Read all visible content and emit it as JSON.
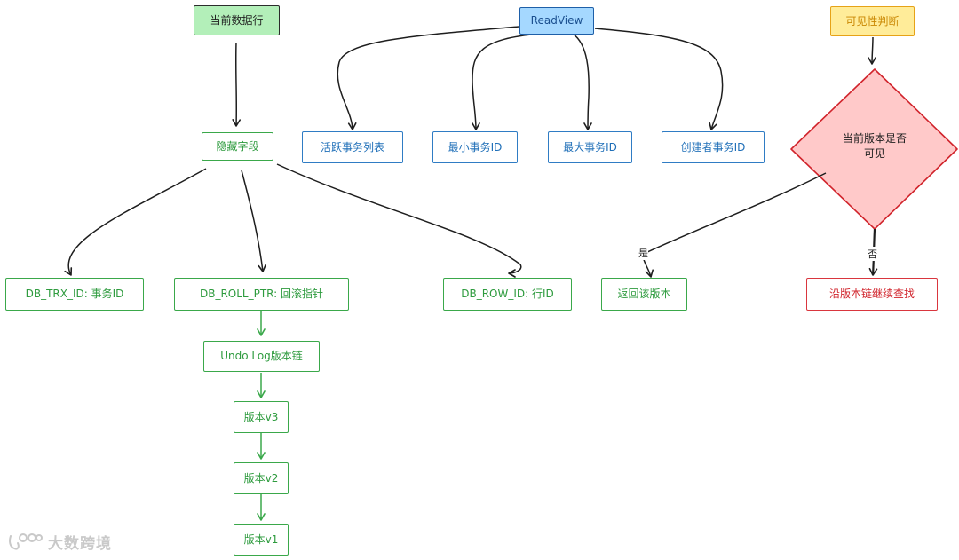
{
  "nodes": {
    "current_row": "当前数据行",
    "hidden_fields": "隐藏字段",
    "db_trx_id": "DB_TRX_ID: 事务ID",
    "db_roll_ptr": "DB_ROLL_PTR: 回滚指针",
    "db_row_id": "DB_ROW_ID: 行ID",
    "undo_log_chain": "Undo Log版本链",
    "version_v3": "版本v3",
    "version_v2": "版本v2",
    "version_v1": "版本v1",
    "readview": "ReadView",
    "active_trx_list": "活跃事务列表",
    "min_trx_id": "最小事务ID",
    "max_trx_id": "最大事务ID",
    "creator_trx_id": "创建者事务ID",
    "visibility_check": "可见性判断",
    "is_visible": "当前版本是否\n可见",
    "return_version": "返回该版本",
    "continue_search": "沿版本链继续查找"
  },
  "edge_labels": {
    "yes": "是",
    "no": "否"
  },
  "watermark": "大数跨境",
  "colors": {
    "green_stroke": "#3aa84a",
    "blue_stroke": "#2f7cc4",
    "red_stroke": "#d9363e",
    "green_fill": "#b3efb9",
    "blue_fill": "#a5d8ff",
    "yellow_fill": "#ffec99",
    "diamond_fill": "#ffc9c9",
    "edge_black": "#1e1e1e",
    "edge_green": "#3aa84a"
  }
}
